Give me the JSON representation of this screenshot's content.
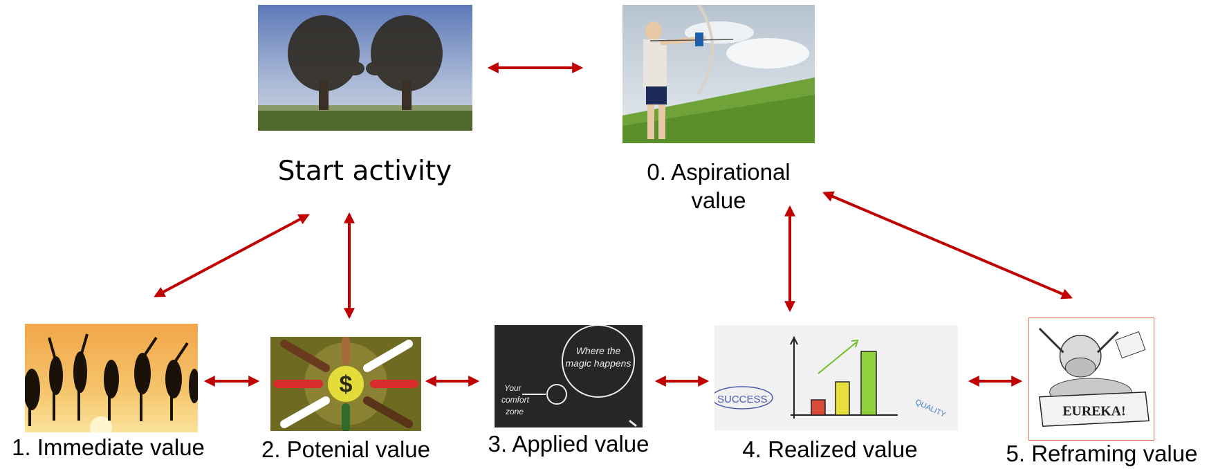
{
  "nodes": {
    "start": {
      "label": "Start activity"
    },
    "aspirational": {
      "label_line1": "0. Aspirational",
      "label_line2": "value"
    },
    "immediate": {
      "label": "1. Immediate value"
    },
    "potential": {
      "label": "2. Potenial value",
      "image_text": "$"
    },
    "applied": {
      "label": "3. Applied value",
      "image_text_1": "Where the",
      "image_text_2": "magic happens",
      "image_text_3": "Your",
      "image_text_4": "comfort",
      "image_text_5": "zone"
    },
    "realized": {
      "label": "4. Realized value",
      "image_text_1": "SUCCESS",
      "image_text_2": "QUALITY"
    },
    "reframing": {
      "label": "5. Reframing value",
      "image_text": "EUREKA!"
    }
  },
  "colors": {
    "arrow": "#c00000",
    "frame": "#e07050"
  }
}
